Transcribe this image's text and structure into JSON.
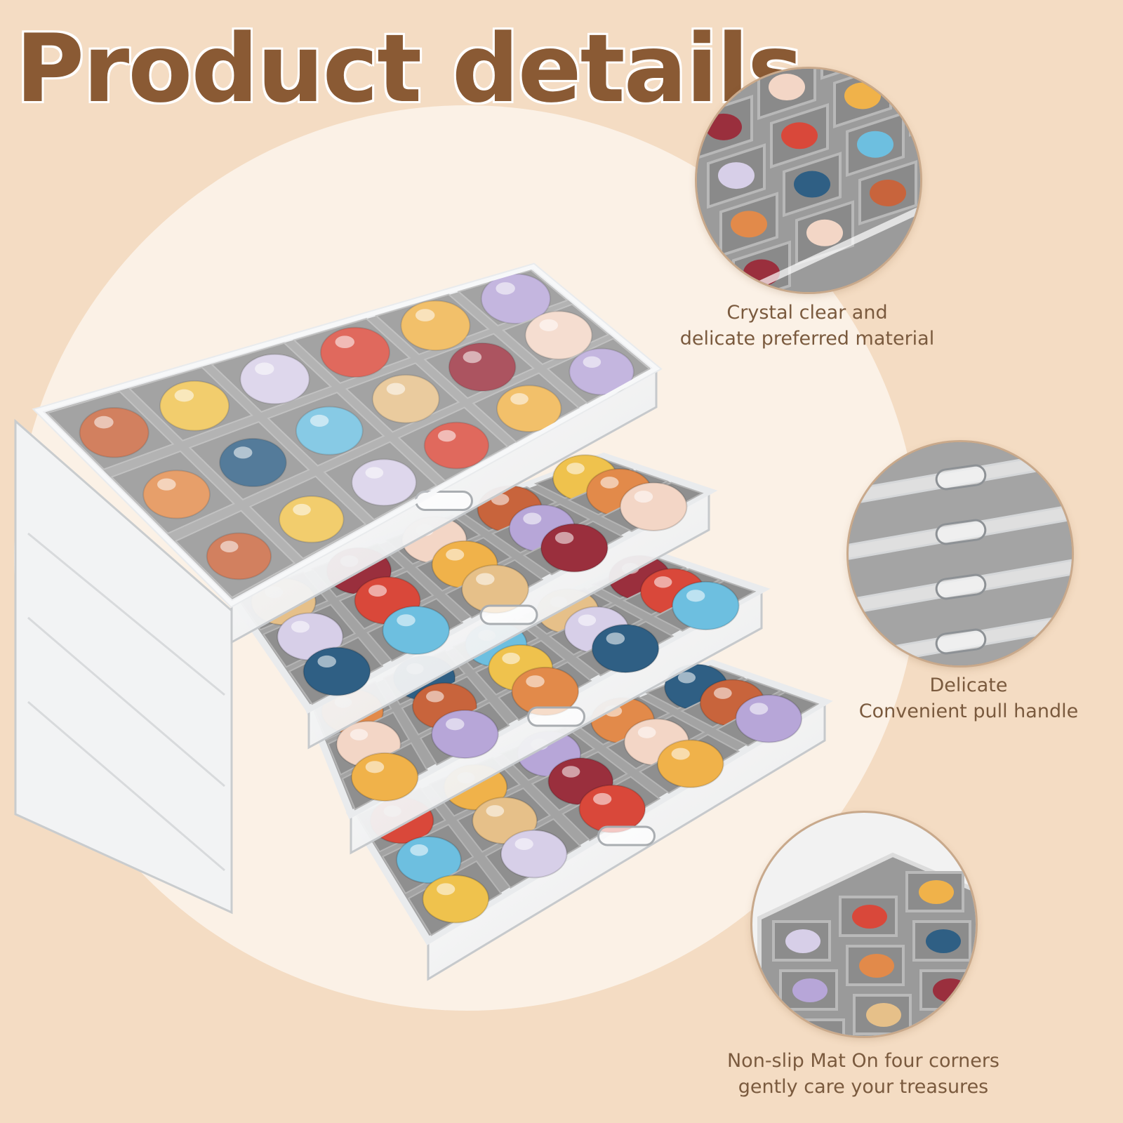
{
  "header": {
    "title": "Product details"
  },
  "features": [
    {
      "icon": "compartment-closeup-icon",
      "line1": "Crystal clear and",
      "line2": "delicate preferred material"
    },
    {
      "icon": "pull-handle-closeup-icon",
      "line1": "Delicate",
      "line2": "Convenient pull handle"
    },
    {
      "icon": "mat-corner-closeup-icon",
      "line1": "Non-slip Mat On four corners",
      "line2": "gently care your treasures"
    }
  ],
  "colors": {
    "background": "#f4dcc3",
    "circle": "#fbf1e6",
    "title": "#8a5a34",
    "caption": "#7a5a3e",
    "velvet": "#9a9a9a"
  }
}
